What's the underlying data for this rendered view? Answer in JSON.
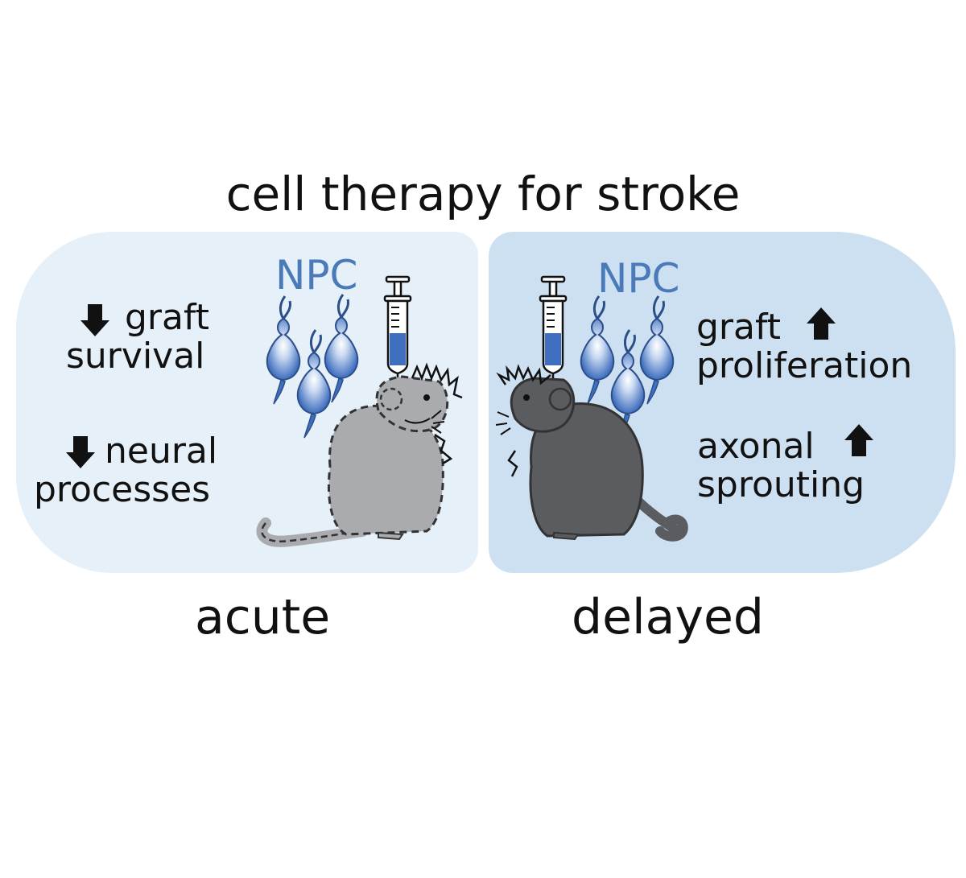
{
  "title": "cell therapy for stroke",
  "colors": {
    "acute_panel": "#e5f0f8",
    "delayed_panel": "#cde0f1",
    "npc_text": "#4a7ab8",
    "npc_cell": "#3f6fbe",
    "acute_mouse": "#a9abae",
    "delayed_mouse": "#5b5c60",
    "text": "#111111"
  },
  "acute": {
    "caption": "acute",
    "npc_label": "NPC",
    "effect_1": {
      "direction": "down",
      "line1": "graft",
      "line2": "survival"
    },
    "effect_2": {
      "direction": "down",
      "line1": "neural",
      "line2": "processes"
    }
  },
  "delayed": {
    "caption": "delayed",
    "npc_label": "NPC",
    "effect_1": {
      "direction": "up",
      "line1": "graft",
      "line2": "proliferation"
    },
    "effect_2": {
      "direction": "up",
      "line1": "axonal",
      "line2": "sprouting"
    }
  }
}
